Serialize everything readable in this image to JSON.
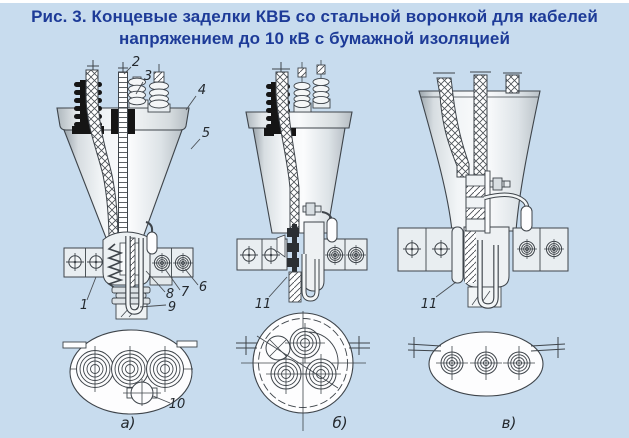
{
  "title": {
    "line1": "Рис. 3. Концевые заделки КВБ со стальной воронкой для кабелей",
    "line2": "напряжением до 10 кВ с бумажной изоляцией"
  },
  "views": {
    "a": {
      "sublabel": "а)",
      "callouts": [
        "1",
        "2",
        "3",
        "4",
        "5",
        "6",
        "7",
        "8",
        "9",
        "10"
      ]
    },
    "b": {
      "sublabel": "б)",
      "callouts": [
        "11"
      ]
    },
    "v": {
      "sublabel": "в)",
      "callouts": [
        "11"
      ]
    }
  },
  "colors": {
    "background": "#c8dcee",
    "title_text": "#1d3b98",
    "line_art": "#3e444a",
    "paper": "#fdfdfe",
    "black_fill": "#151515"
  }
}
